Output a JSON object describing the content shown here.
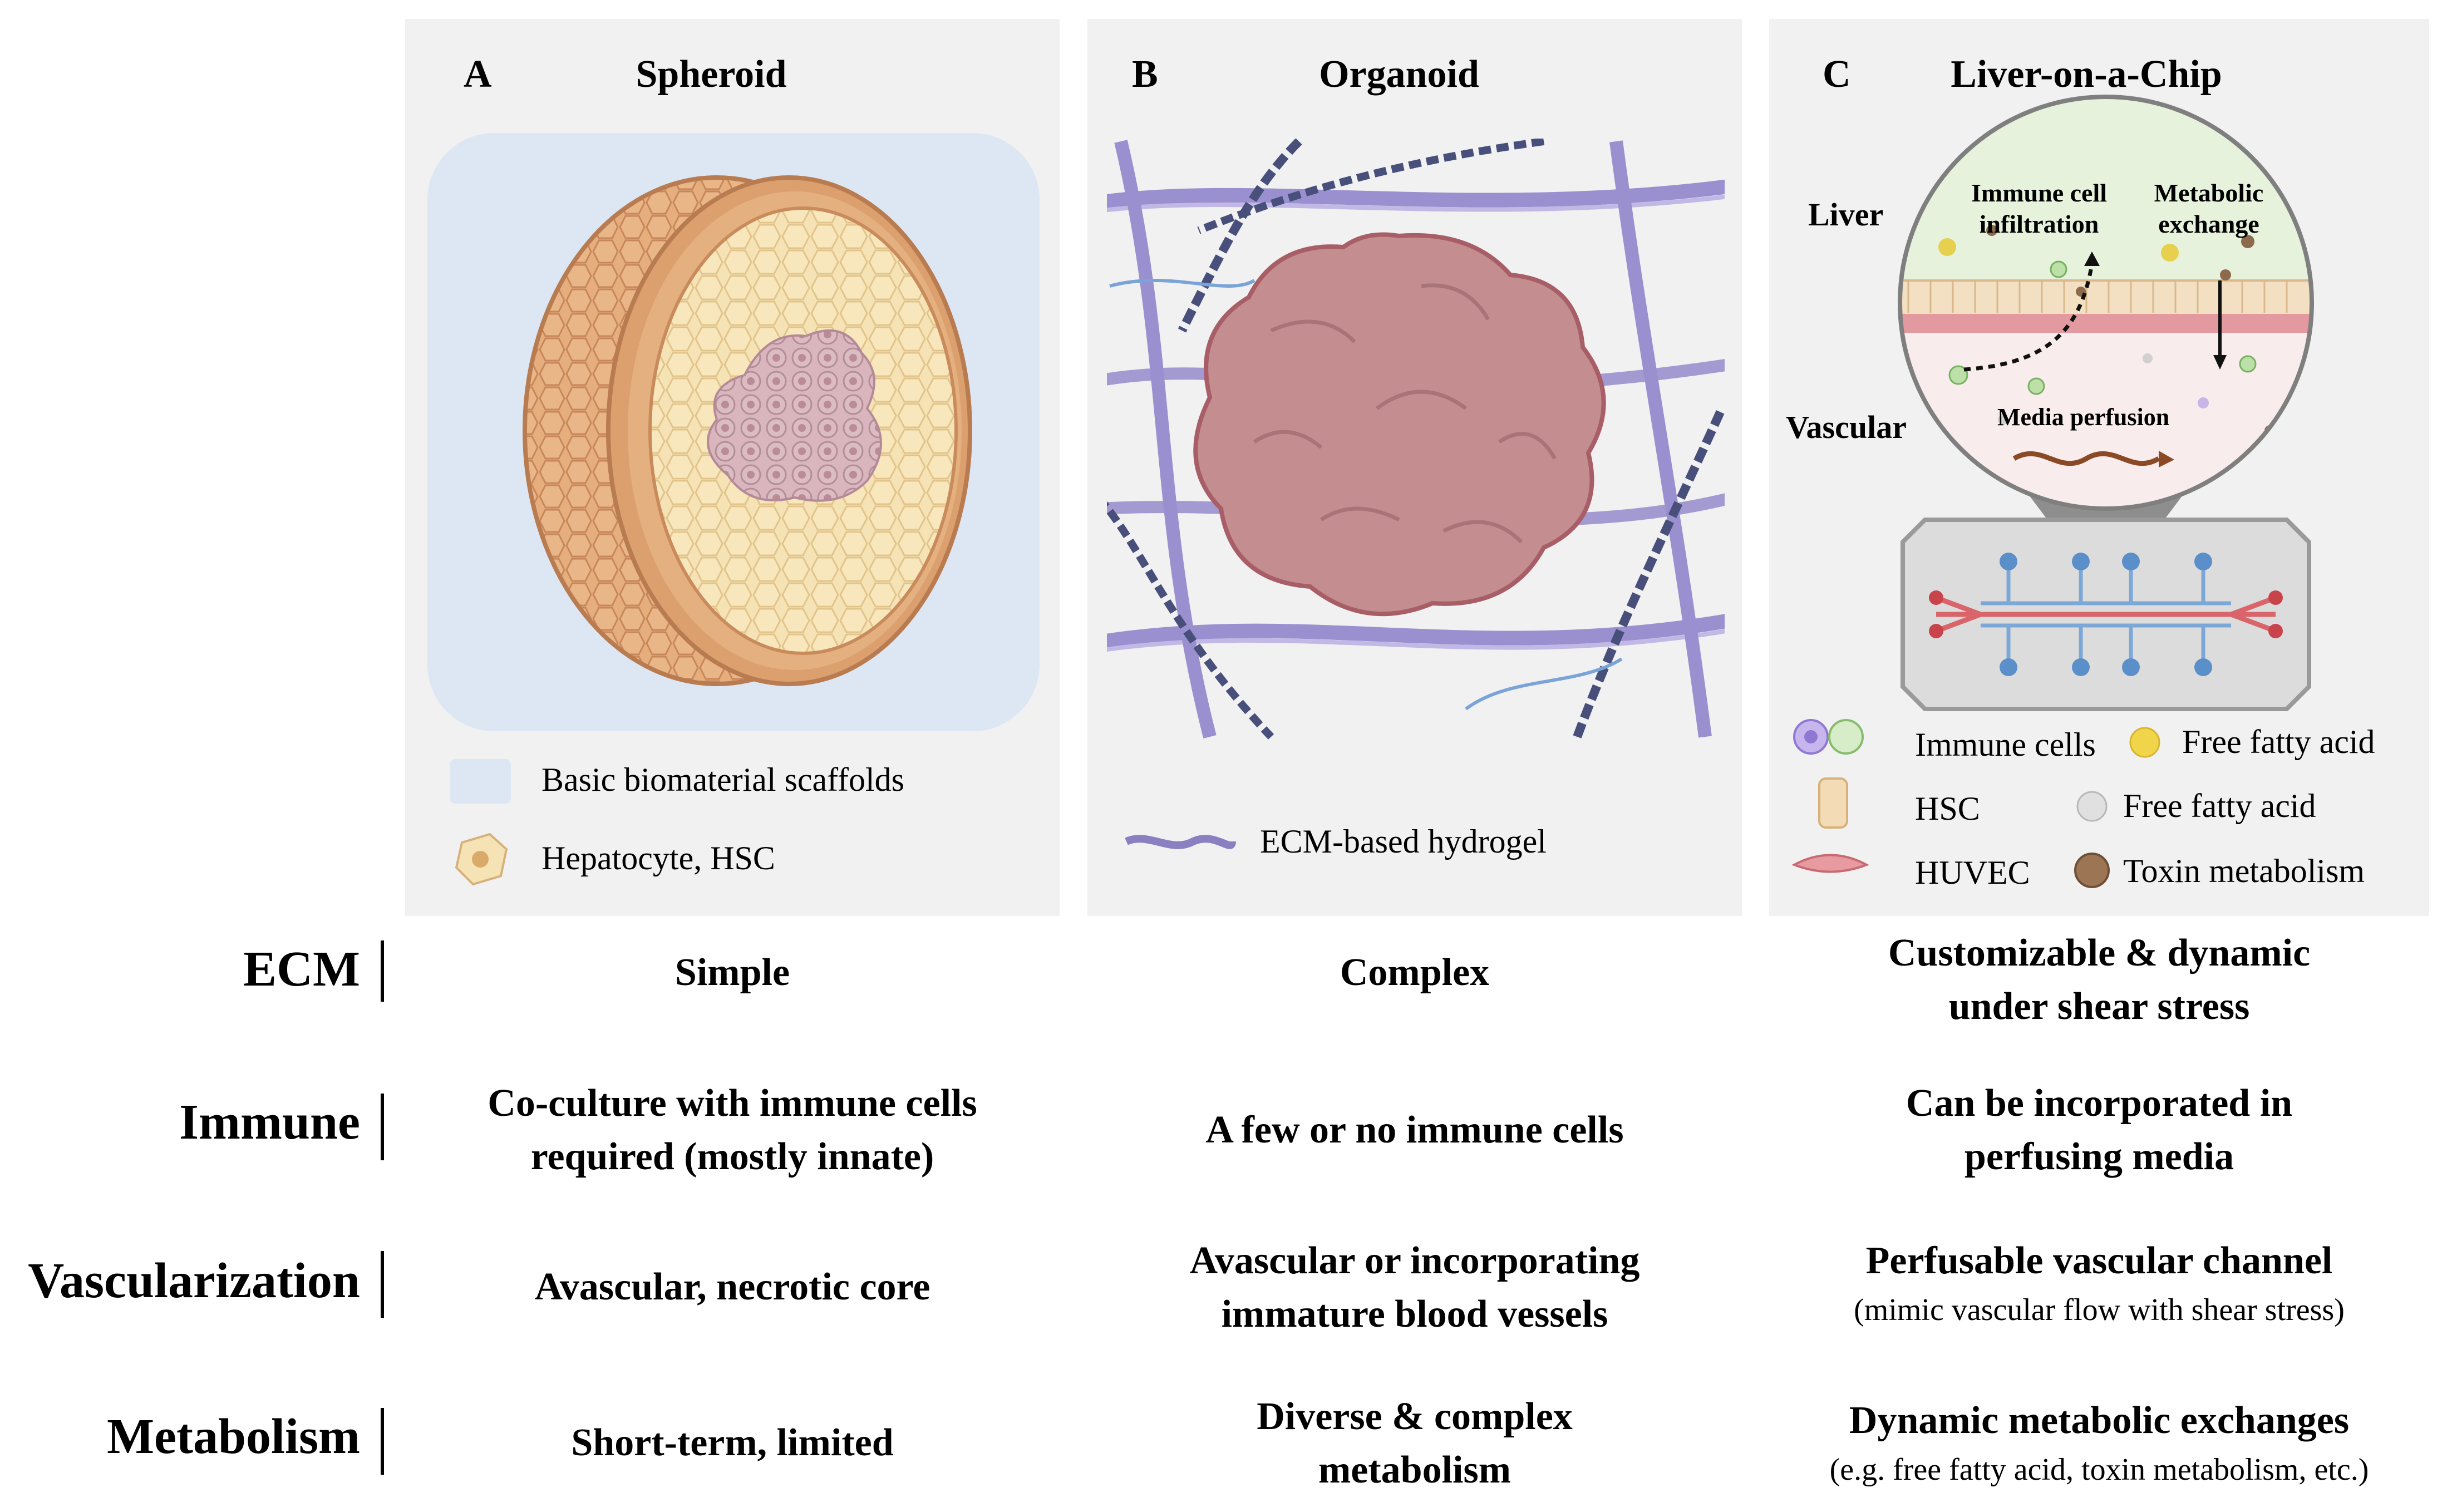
{
  "panels": [
    {
      "letter": "A",
      "title": "Spheroid",
      "legend": [
        "Basic biomaterial scaffolds",
        "Hepatocyte, HSC"
      ]
    },
    {
      "letter": "B",
      "title": "Organoid",
      "legend": [
        "ECM-based hydrogel"
      ]
    },
    {
      "letter": "C",
      "title": "Liver-on-a-Chip",
      "labels": {
        "liver": "Liver",
        "vascular": "Vascular",
        "immune_infiltration_1": "Immune cell",
        "immune_infiltration_2": "infiltration",
        "metabolic_1": "Metabolic",
        "metabolic_2": "exchange",
        "perfusion": "Media perfusion"
      },
      "legend": {
        "immune": "Immune cells",
        "ffa1": "Free fatty acid",
        "hsc": "HSC",
        "ffa2": "Free fatty acid",
        "huvec": "HUVEC",
        "toxin": "Toxin metabolism"
      }
    }
  ],
  "rows": [
    {
      "label": "ECM",
      "a": [
        "Simple"
      ],
      "b": [
        "Complex"
      ],
      "c": [
        "Customizable & dynamic",
        "under shear stress"
      ],
      "c_sub": ""
    },
    {
      "label": "Immune",
      "a": [
        "Co-culture with immune cells",
        "required (mostly innate)"
      ],
      "b": [
        "A few or no immune cells"
      ],
      "c": [
        "Can be incorporated in",
        "perfusing media"
      ],
      "c_sub": ""
    },
    {
      "label": "Vascularization",
      "a": [
        "Avascular, necrotic core"
      ],
      "b": [
        "Avascular or incorporating",
        "immature blood vessels"
      ],
      "c": [
        "Perfusable vascular channel"
      ],
      "c_sub": "(mimic vascular flow with shear stress)"
    },
    {
      "label": "Metabolism",
      "a": [
        "Short-term, limited"
      ],
      "b": [
        "Diverse & complex",
        "metabolism"
      ],
      "c": [
        "Dynamic metabolic exchanges"
      ],
      "c_sub": "(e.g. free fatty acid, toxin metabolism, etc.)"
    }
  ],
  "colors": {
    "panel_bg": "#f1f1f1",
    "scaffold": "#dde7f3",
    "hepatocyte": "#f4dfb0",
    "shell": "#e0a675",
    "necrotic": "#d7b8c0",
    "organoid": "#c49193",
    "fiber": "#8a7fc0",
    "vessel_red": "#d9646a",
    "vessel_blue": "#6a9fd0"
  }
}
